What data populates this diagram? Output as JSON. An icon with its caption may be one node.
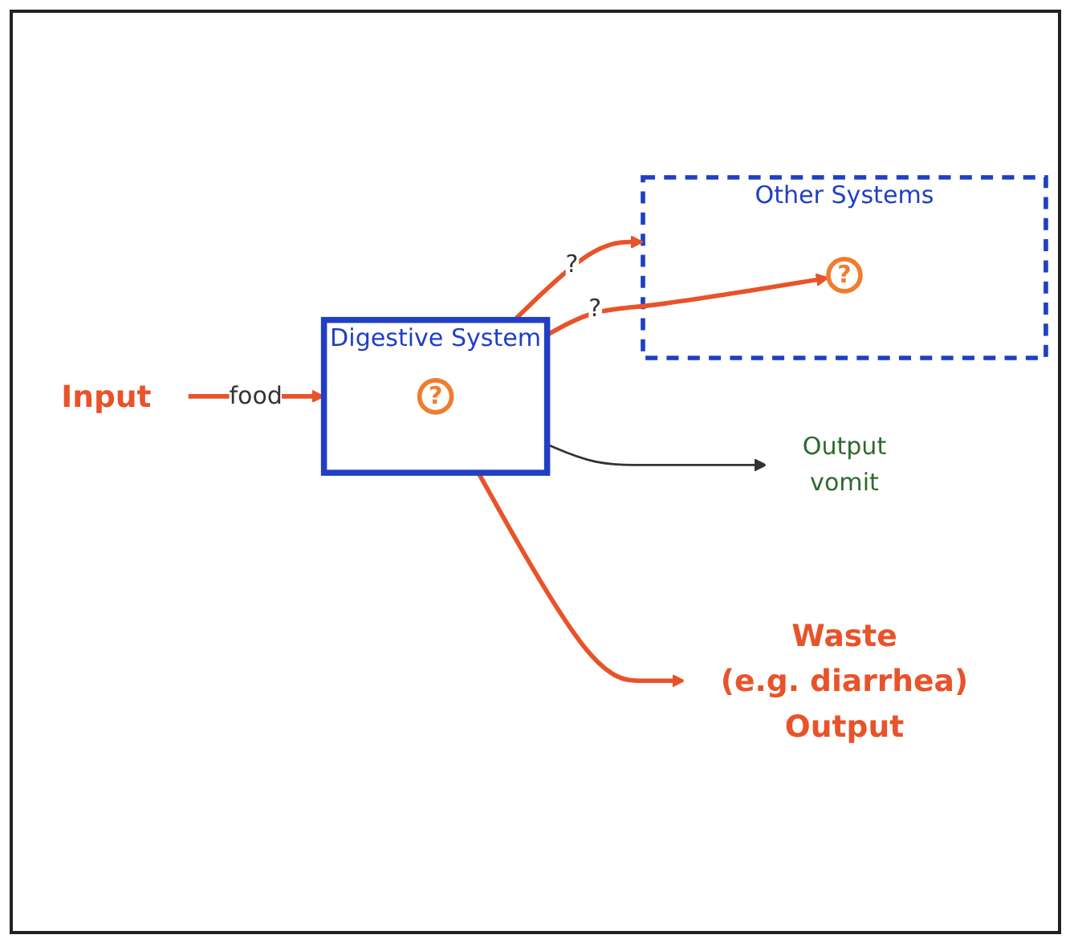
{
  "diagram": {
    "nodes": [
      {
        "text": [
          "Input"
        ]
      },
      {
        "text": [
          "Digestive System"
        ]
      },
      {
        "text": [
          "?"
        ],
        "in": 1
      },
      {
        "text": [
          "Output",
          "vomit"
        ]
      },
      {
        "text": [
          "Other Systems"
        ]
      },
      {
        "text": [
          "?"
        ],
        "in": 4
      },
      {
        "text": [
          "Waste",
          "(e.g. diarrhea)",
          "Output"
        ]
      }
    ],
    "edges": [
      {
        "from": 0,
        "to": 1,
        "arrow": "to",
        "label": "food"
      },
      {
        "from": 1,
        "to": 3,
        "arrow": "to",
        "color": "#333333"
      },
      {
        "from": 1,
        "to": 4,
        "arrow": "to",
        "label": "?"
      },
      {
        "from": 1,
        "to": 5,
        "arrow": "to",
        "label": "?"
      },
      {
        "from": 1,
        "to": 6,
        "arrow": "to"
      }
    ]
  }
}
